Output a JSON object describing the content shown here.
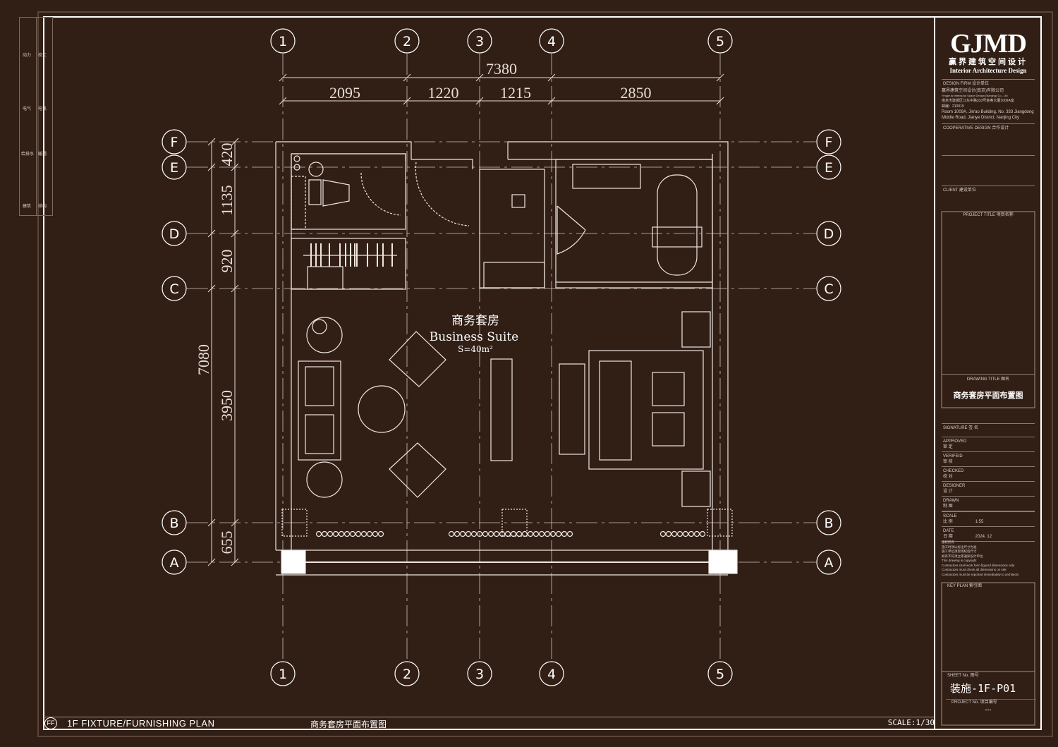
{
  "title_block": {
    "logo": {
      "mark": "GJMD",
      "name_cn": "赢界建筑空间设计",
      "name_en": "Interior Architecture Design"
    },
    "design_firm_label": "DESIGN FIRM   设计单位",
    "design_firm_lines": [
      "赢界建筑空间设计(南京)有限公司",
      "Yingjie Architectural Space Design (Nanjing) Co., Ltd",
      "南京市建邺区江东中路333号金奥大厦1009A室",
      "邮编：210019",
      "Room 1009A, Jin'ao Building, No. 333 Jiangdong",
      "Middle Road, Jianye District, Nanjing City"
    ],
    "cooperative_label": "COOPERATIVE DESIGN   合作设计",
    "client_label": "CLIENT   建设单位",
    "project_title_label": "PROJECT TITLE   项目名称",
    "drawing_title_label": "DRAWING TITLE   图名",
    "drawing_title": "商务套房平面布置图",
    "signature_label": "SIGNATURE  签  名",
    "signatures": [
      {
        "en": "APPROVED",
        "cn": "审  定"
      },
      {
        "en": "VERIFEID",
        "cn": "审  核"
      },
      {
        "en": "CHECKED",
        "cn": "校  对"
      },
      {
        "en": "DESIGNER",
        "cn": "设  计"
      },
      {
        "en": "DRAWN",
        "cn": "制  图"
      }
    ],
    "scale_en": "SCALE",
    "scale_cn": "比  例",
    "scale_value": "1:55",
    "date_en": "DATE",
    "date_cn": "日  期",
    "date_value": "2024. 12",
    "notes": [
      "版权所有",
      "施工时须以标注尺寸为准",
      "施工单位须现场校验尺寸",
      "如有不符须立即通知设计单位",
      "This drawing is copyright",
      "Contractors shall work form figured dimensions only",
      "Contractors must check all dimensions on site",
      "Contractors must be reported immediately to architects"
    ],
    "key_plan_label": "KEY PLAN   索引图",
    "sheet_no_label": "SHEET No.   图号",
    "sheet_no": "装施-1F-P01",
    "project_no_label": "PROJECT No.   项目编号",
    "project_no": "---"
  },
  "side_strip": [
    [
      "动力",
      "校工"
    ],
    [
      "电气",
      "电讯"
    ],
    [
      "给排水",
      "暖通"
    ],
    [
      "建筑",
      "结构"
    ]
  ],
  "bottom_bar": {
    "code": "FF",
    "title_en": "1F FIXTURE/FURNISHING PLAN",
    "title_cn": "商务套房平面布置图",
    "scale": "SCALE:1/30"
  },
  "plan": {
    "grid_columns": [
      "1",
      "2",
      "3",
      "4",
      "5"
    ],
    "grid_rows": [
      "F",
      "E",
      "D",
      "C",
      "B",
      "A"
    ],
    "overall_width": "7380",
    "column_spans": [
      "2095",
      "1220",
      "1215",
      "2850"
    ],
    "overall_depth": "7080",
    "row_spans": [
      "420",
      "1135",
      "920",
      "3950",
      "655"
    ],
    "room_name_cn": "商务套房",
    "room_name_en": "Business Suite",
    "room_area": "S=40m²"
  }
}
